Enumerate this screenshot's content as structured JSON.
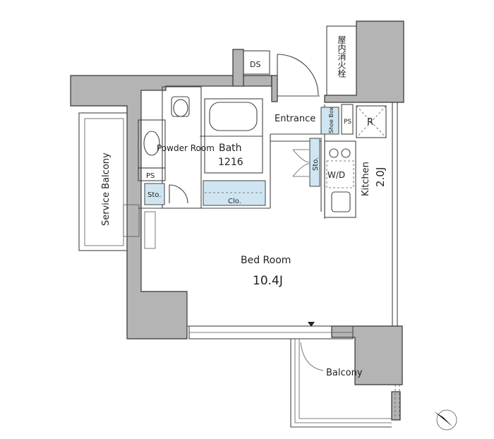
{
  "labels": {
    "ds": "DS",
    "fire_hydrant": "屋内消火栓",
    "entrance": "Entrance",
    "shoe_box": "Shoe Box",
    "ps_entrance": "PS",
    "refrigerator": "R",
    "powder_room": "Powder Room",
    "bath": "Bath",
    "bath_size": "1216",
    "ps_powder": "PS",
    "sto_powder": "Sto.",
    "closet": "Clo.",
    "sto_hall": "Sto.",
    "washer_dryer": "W/D",
    "kitchen": "Kitchen",
    "kitchen_size": "2.0J",
    "service_balcony": "Service Balcony",
    "bed_room": "Bed Room",
    "bed_room_size": "10.4J",
    "balcony": "Balcony"
  },
  "colors": {
    "wall": "#b4b4b4",
    "storage": "#cfe6f2"
  }
}
